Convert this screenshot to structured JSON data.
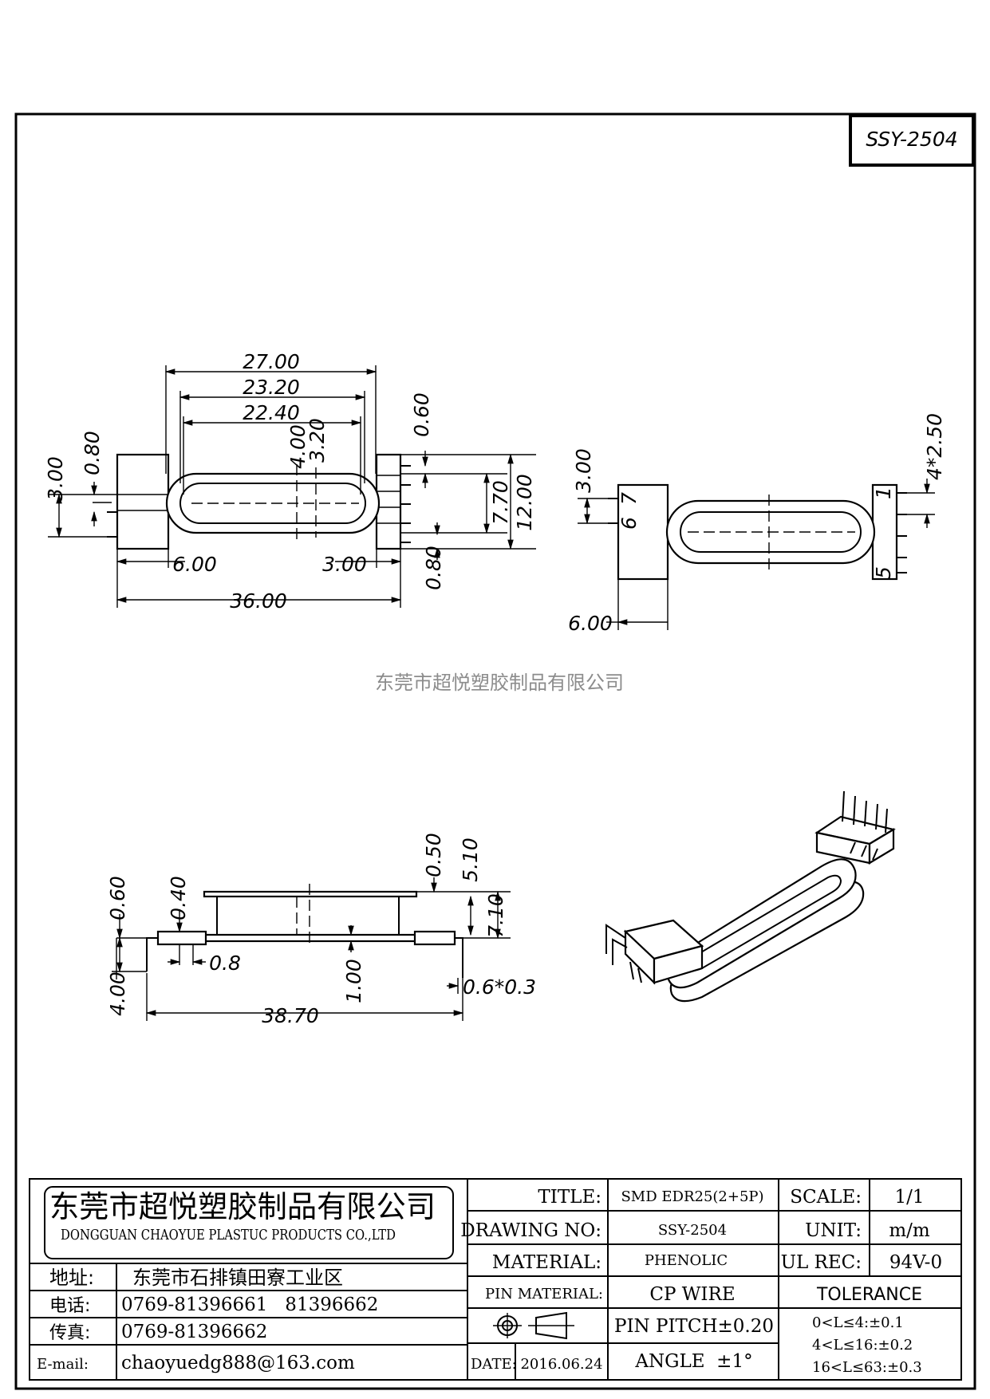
{
  "drawing_code": "SSY-2504",
  "watermark": "东莞市超悦塑胶制品有限公司",
  "top_view": {
    "dims": [
      "27.00",
      "23.20",
      "22.40",
      "4.00",
      "3.20",
      "0.60",
      "0.80",
      "3.00",
      "7.70",
      "12.00",
      "6.00",
      "3.00",
      "0.80",
      "36.00"
    ]
  },
  "side_view": {
    "dims": [
      "3.00",
      "4*2.50",
      "6.00"
    ],
    "pin_labels": [
      "7",
      "6",
      "1",
      "5"
    ]
  },
  "front_view": {
    "dims": [
      "0.60",
      "0.40",
      "0.50",
      "5.10",
      "7.10",
      "0.8",
      "1.00",
      "0.6*0.3",
      "4.00",
      "38.70"
    ]
  },
  "title_block": {
    "company_cn": "东莞市超悦塑胶制品有限公司",
    "company_en": "DONGGUAN CHAOYUE PLASTUC PRODUCTS CO.,LTD",
    "address_label": "地址:",
    "address": "东莞市石排镇田寮工业区",
    "phone_label": "电话:",
    "phone": "0769-81396661   81396662",
    "fax_label": "传真:",
    "fax": "0769-81396662",
    "email_label": "E-mail:",
    "email": "chaoyuedg888@163.com",
    "title_label": "TITLE:",
    "title": "SMD EDR25(2+5P)",
    "drawing_no_label": "DRAWING NO:",
    "drawing_no": "SSY-2504",
    "material_label": "MATERIAL:",
    "material": "PHENOLIC",
    "pin_material_label": "PIN MATERIAL:",
    "pin_material": "CP WIRE",
    "pin_pitch": "PIN PITCH±0.20",
    "angle": "ANGLE  ±1°",
    "date_label": "DATE:",
    "date": "2016.06.24",
    "scale_label": "SCALE:",
    "scale": "1/1",
    "unit_label": "UNIT:",
    "unit": "m/m",
    "ul_label": "UL REC:",
    "ul": "94V-0",
    "tolerance_label": "TOLERANCE",
    "tolerance_rows": [
      "0<L≤4:±0.1",
      "4<L≤16:±0.2",
      "16<L≤63:±0.3"
    ]
  }
}
